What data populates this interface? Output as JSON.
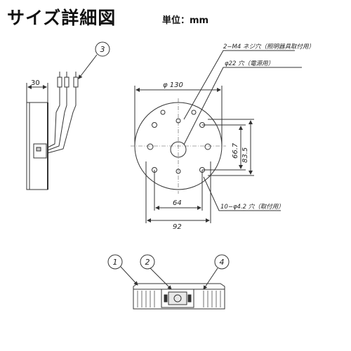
{
  "header": {
    "title": "サイズ詳細図",
    "unit": "単位：mm"
  },
  "side_view": {
    "dim_depth": "30",
    "callout": "3"
  },
  "plan_view": {
    "dim_diameter": "φ 130",
    "dim_64": "64",
    "dim_92": "92",
    "dim_66_7": "66.7",
    "dim_83_5": "83.5"
  },
  "notes": {
    "m4_screw": "2−M4 ネジ穴（照明器具取付用）",
    "hole_22": "φ22 穴（電源用）",
    "holes_4_2": "10−φ4.2 穴（取付用）"
  },
  "bottom_view": {
    "callout_1": "1",
    "callout_2": "2",
    "callout_4": "4"
  }
}
